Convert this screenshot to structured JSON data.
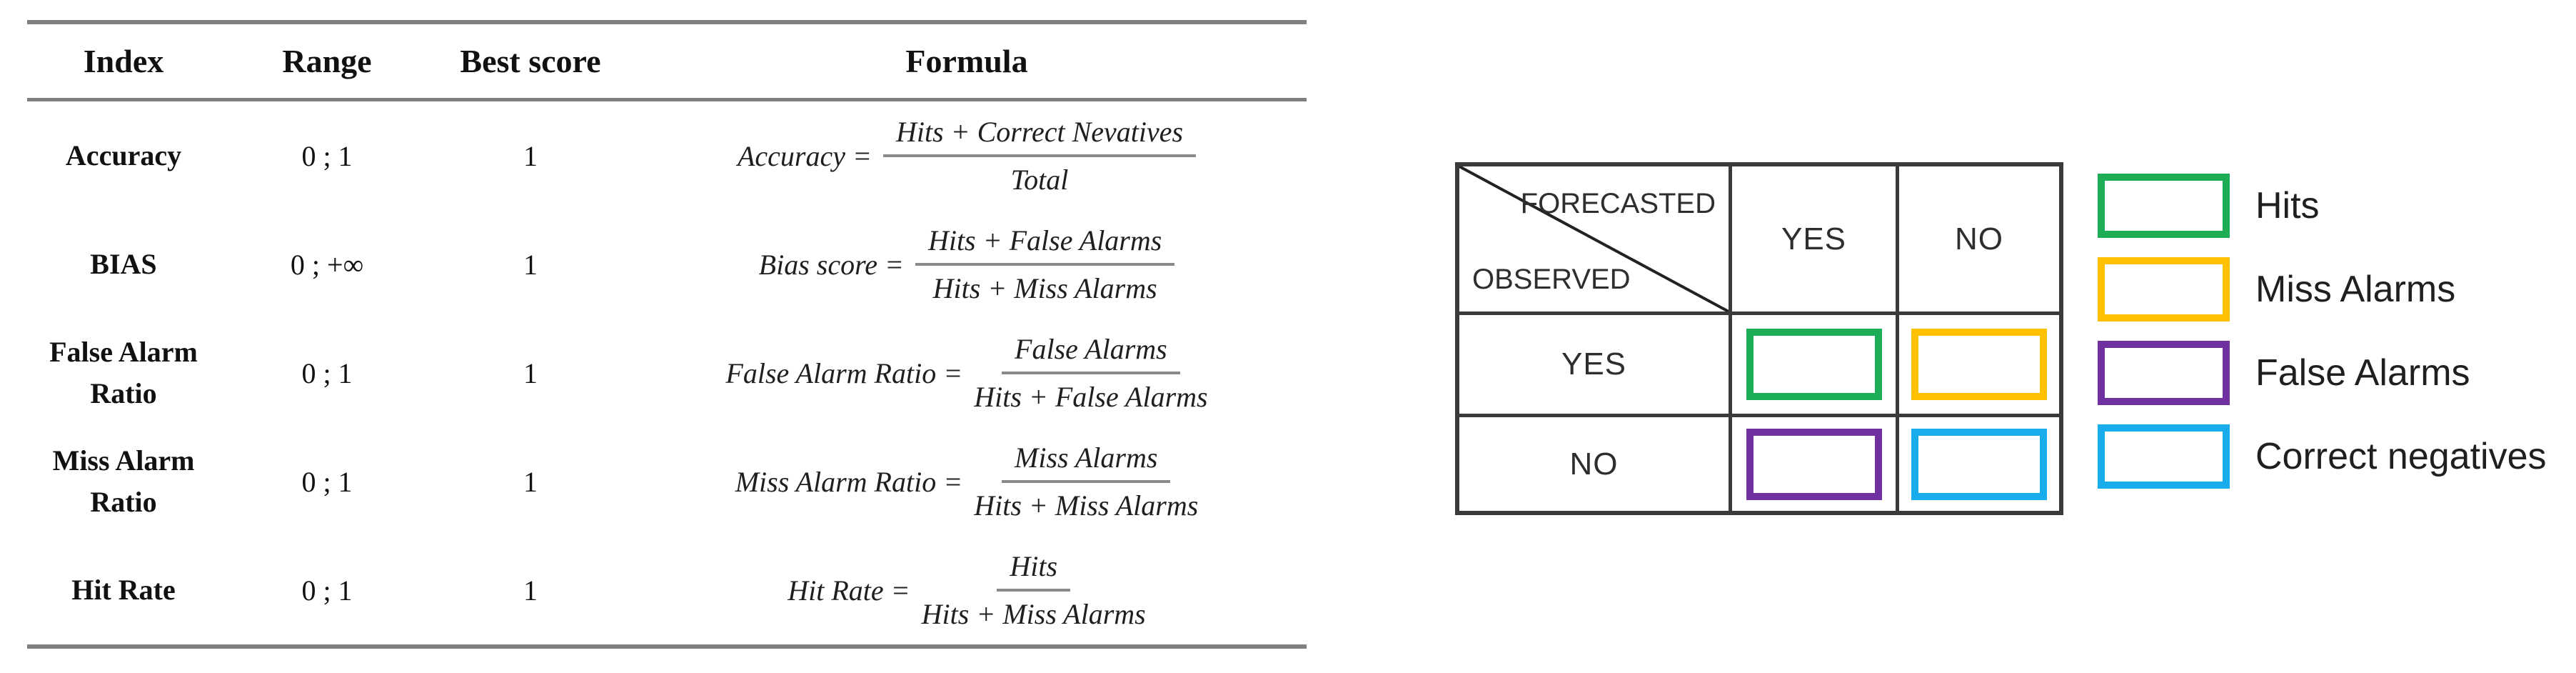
{
  "metrics_table": {
    "headers": [
      "Index",
      "Range",
      "Best score",
      "Formula"
    ],
    "rows": [
      {
        "index": "Accuracy",
        "range": "0 ; 1",
        "best_score": "1",
        "formula": {
          "lhs": "Accuracy =",
          "numerator": "Hits + Correct Nevatives",
          "denominator": "Total"
        }
      },
      {
        "index": "BIAS",
        "range": "0 ; +∞",
        "best_score": "1",
        "formula": {
          "lhs": "Bias score =",
          "numerator": "Hits + False Alarms",
          "denominator": "Hits + Miss Alarms"
        }
      },
      {
        "index": "False Alarm Ratio",
        "range": "0 ; 1",
        "best_score": "1",
        "formula": {
          "lhs": "False Alarm Ratio =",
          "numerator": "False Alarms",
          "denominator": "Hits + False Alarms"
        }
      },
      {
        "index": "Miss Alarm Ratio",
        "range": "0 ; 1",
        "best_score": "1",
        "formula": {
          "lhs": "Miss Alarm Ratio =",
          "numerator": "Miss Alarms",
          "denominator": "Hits + Miss Alarms"
        }
      },
      {
        "index": "Hit Rate",
        "range": "0 ; 1",
        "best_score": "1",
        "formula": {
          "lhs": "Hit Rate =",
          "numerator": "Hits",
          "denominator": "Hits + Miss Alarms"
        }
      }
    ]
  },
  "contingency_table": {
    "corner": {
      "top_right": "FORECASTED",
      "bottom_left": "OBSERVED"
    },
    "column_headers": [
      "YES",
      "NO"
    ],
    "row_headers": [
      "YES",
      "NO"
    ],
    "cell_categories": [
      [
        "hits",
        "miss_alarms"
      ],
      [
        "false_alarms",
        "correct_negatives"
      ]
    ]
  },
  "legend": {
    "labels": [
      "Hits",
      "Miss Alarms",
      "False Alarms",
      "Correct negatives"
    ]
  },
  "colors": {
    "hits": "#1cad56",
    "miss_alarms": "#ffc000",
    "false_alarms": "#7030a0",
    "correct_negatives": "#18acec",
    "grid_line": "#3a3a3a",
    "rule_line": "#7f7f7f",
    "fraction_bar": "#8a8a8a"
  }
}
